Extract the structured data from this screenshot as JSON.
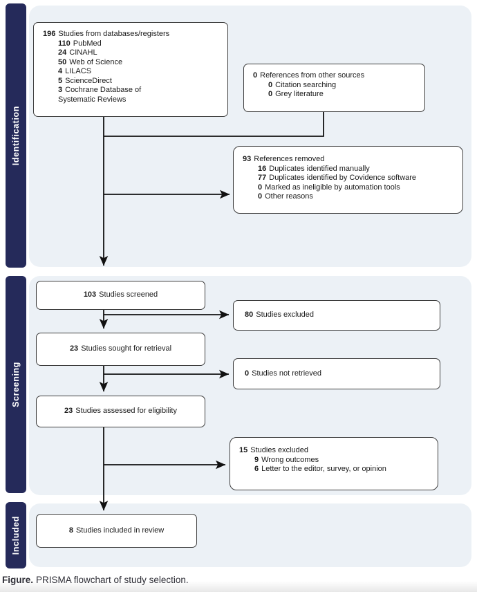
{
  "colors": {
    "navy": "#252a5a",
    "section_bg": "#ecf1f6",
    "box_bg": "#ffffff",
    "box_border": "#3c3c3c",
    "arrow": "#111111",
    "caption_text": "#2e2e36"
  },
  "sections": {
    "identification": {
      "label": "Identification"
    },
    "screening": {
      "label": "Screening"
    },
    "included": {
      "label": "Included"
    }
  },
  "boxes": {
    "databases": {
      "lines": [
        {
          "num": "196",
          "text": "Studies from databases/registers"
        },
        {
          "num": "110",
          "text": "PubMed"
        },
        {
          "num": "24",
          "text": "CINAHL"
        },
        {
          "num": "50",
          "text": "Web of Science"
        },
        {
          "num": "4",
          "text": "LILACS"
        },
        {
          "num": "5",
          "text": "ScienceDirect"
        },
        {
          "num": "3",
          "text": "Cochrane Database of"
        },
        {
          "num": "",
          "text": "Systematic Reviews"
        }
      ]
    },
    "other_sources": {
      "lines": [
        {
          "num": "0",
          "text": "References from other sources"
        },
        {
          "num": "0",
          "text": "Citation searching"
        },
        {
          "num": "0",
          "text": "Grey literature"
        }
      ]
    },
    "references_removed": {
      "lines": [
        {
          "num": "93",
          "text": "References removed"
        },
        {
          "num": "16",
          "text": "Duplicates identified manually"
        },
        {
          "num": "77",
          "text": "Duplicates identified by Covidence software"
        },
        {
          "num": "0",
          "text": "Marked as ineligible by automation tools"
        },
        {
          "num": "0",
          "text": "Other reasons"
        }
      ]
    },
    "screened": {
      "num": "103",
      "text": "Studies screened"
    },
    "excluded_screening": {
      "num": "80",
      "text": "Studies excluded"
    },
    "sought": {
      "num": "23",
      "text": "Studies sought for retrieval"
    },
    "not_retrieved": {
      "num": "0",
      "text": "Studies not retrieved"
    },
    "assessed": {
      "num": "23",
      "text": "Studies assessed for eligibility"
    },
    "excluded_eligibility": {
      "lines": [
        {
          "num": "15",
          "text": "Studies excluded"
        },
        {
          "num": "9",
          "text": "Wrong outcomes"
        },
        {
          "num": "6",
          "text": "Letter to the editor, survey, or opinion"
        }
      ]
    },
    "included_review": {
      "num": "8",
      "text": "Studies included in review"
    }
  },
  "caption": {
    "label": "Figure.",
    "text": "PRISMA flowchart of study selection."
  }
}
